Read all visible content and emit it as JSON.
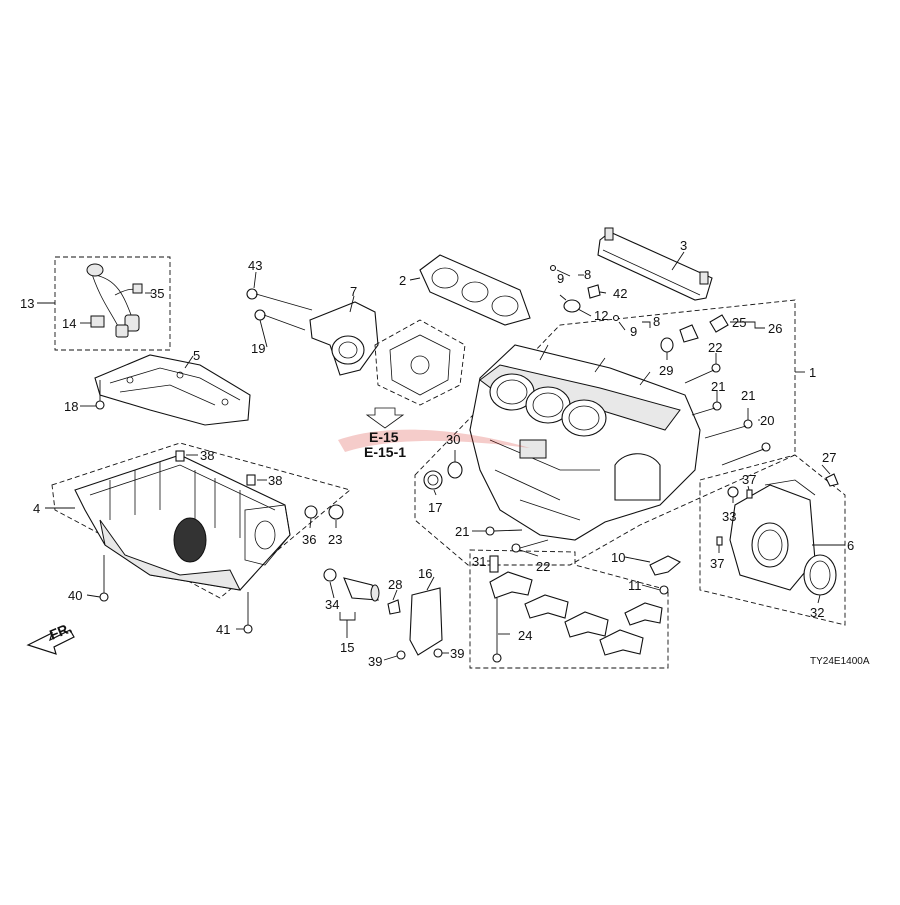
{
  "diagram": {
    "callouts": [
      "1",
      "2",
      "3",
      "4",
      "5",
      "6",
      "7",
      "8",
      "8",
      "9",
      "9",
      "10",
      "11",
      "12",
      "13",
      "14",
      "15",
      "16",
      "17",
      "18",
      "19",
      "20",
      "21",
      "21",
      "21",
      "21",
      "22",
      "22",
      "23",
      "24",
      "25",
      "26",
      "27",
      "28",
      "29",
      "30",
      "31",
      "32",
      "33",
      "34",
      "35",
      "36",
      "37",
      "37",
      "38",
      "38",
      "39",
      "39",
      "40",
      "41",
      "42",
      "43"
    ],
    "references": [
      "E-15",
      "E-15-1"
    ],
    "front_label": "FR.",
    "diagram_code": "TY24E1400A"
  },
  "colors": {
    "line": "#111111",
    "watermark": "#d9342b"
  }
}
